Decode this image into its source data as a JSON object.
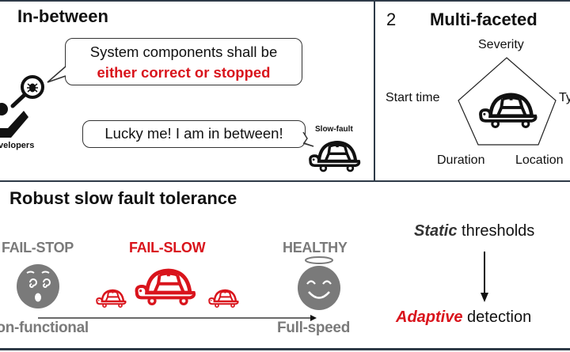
{
  "panel_in_between": {
    "title": "In-between",
    "bubble_top_line1": "System components shall be",
    "bubble_top_line2": "either correct or stopped",
    "bubble_bottom": "Lucky me! I am in between!",
    "developers_label": "Developers",
    "slow_fault_label": "Slow-fault",
    "icons": [
      "developer-person-icon",
      "magnifier-bug-icon",
      "turtle-icon"
    ]
  },
  "panel_multi_faceted": {
    "number": "2",
    "title": "Multi-faceted",
    "facets": {
      "top": "Severity",
      "left": "Start time",
      "right": "Type",
      "bottom_left": "Duration",
      "bottom_right": "Location"
    }
  },
  "panel_robust": {
    "title": "Robust slow fault tolerance",
    "states": {
      "fail_stop": "FAIL-STOP",
      "fail_slow": "FAIL-SLOW",
      "healthy": "HEALTHY"
    },
    "axis_left": "Non-functional",
    "axis_right": "Full-speed",
    "static_word": "Static",
    "static_rest": " thresholds",
    "adaptive_word": "Adaptive",
    "adaptive_rest": " detection"
  },
  "colors": {
    "accent_red": "#d9141c",
    "gray": "#7a7a7a",
    "border": "#2e3a48"
  }
}
